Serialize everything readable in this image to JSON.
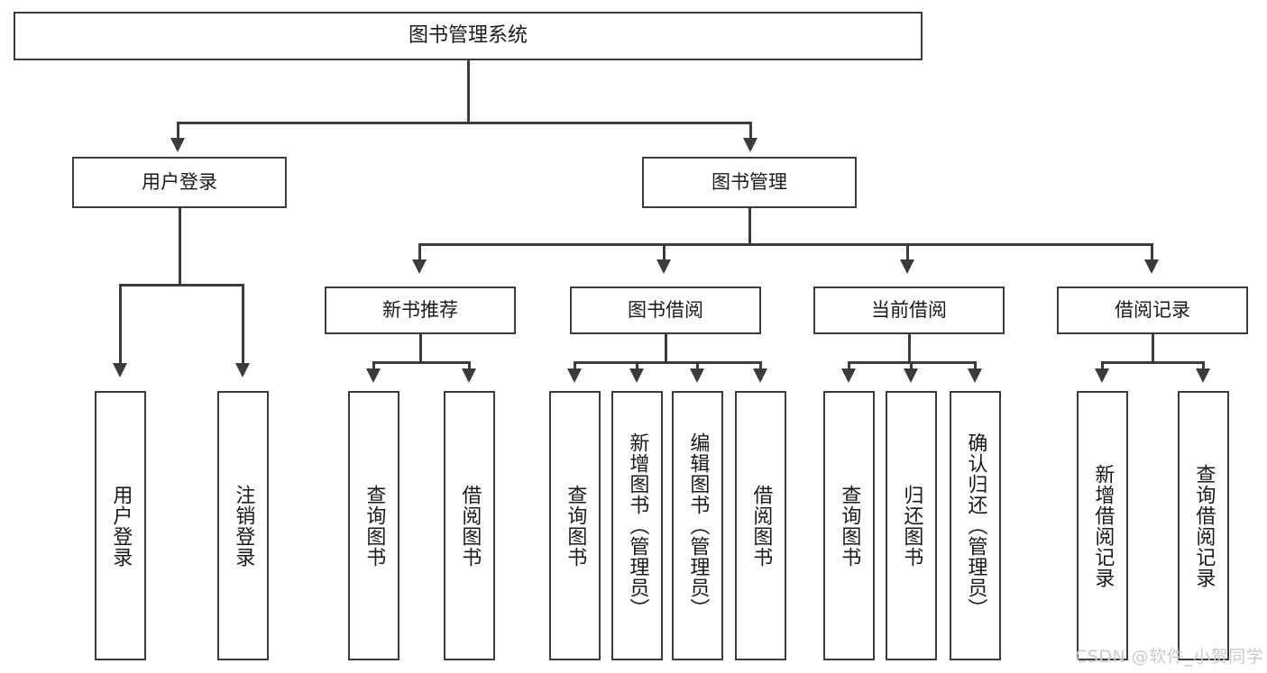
{
  "diagram": {
    "title": "图书管理系统",
    "type": "functional-structure-tree"
  },
  "root": {
    "label": "图书管理系统"
  },
  "level1": [
    {
      "id": "user-login",
      "label": "用户登录"
    },
    {
      "id": "book-management",
      "label": "图书管理"
    }
  ],
  "level2": [
    {
      "id": "new-book-recommend",
      "label": "新书推荐"
    },
    {
      "id": "book-borrow",
      "label": "图书借阅"
    },
    {
      "id": "current-borrow",
      "label": "当前借阅"
    },
    {
      "id": "borrow-record",
      "label": "借阅记录"
    }
  ],
  "leaves": {
    "user_login": [
      {
        "id": "leaf-user-login",
        "label": "用户登录"
      },
      {
        "id": "leaf-logout",
        "label": "注销登录"
      }
    ],
    "new_book_recommend": [
      {
        "id": "leaf-query-book-1",
        "label": "查询图书"
      },
      {
        "id": "leaf-borrow-book-1",
        "label": "借阅图书"
      }
    ],
    "book_borrow": [
      {
        "id": "leaf-query-book-2",
        "label": "查询图书"
      },
      {
        "id": "leaf-add-book",
        "label": "新增图书（管理员）"
      },
      {
        "id": "leaf-edit-book",
        "label": "编辑图书（管理员）"
      },
      {
        "id": "leaf-borrow-book-2",
        "label": "借阅图书"
      }
    ],
    "current_borrow": [
      {
        "id": "leaf-query-book-3",
        "label": "查询图书"
      },
      {
        "id": "leaf-return-book",
        "label": "归还图书"
      },
      {
        "id": "leaf-confirm-return",
        "label": "确认归还（管理员）"
      }
    ],
    "borrow_record": [
      {
        "id": "leaf-add-record",
        "label": "新增借阅记录"
      },
      {
        "id": "leaf-query-record",
        "label": "查询借阅记录"
      }
    ]
  },
  "watermark": {
    "text": "CSDN @软件_小贺同学"
  },
  "colors": {
    "stroke": "#3b3b3b",
    "fill": "#ffffff",
    "text": "#1a1a1a",
    "watermark": "#c9c9c9"
  }
}
